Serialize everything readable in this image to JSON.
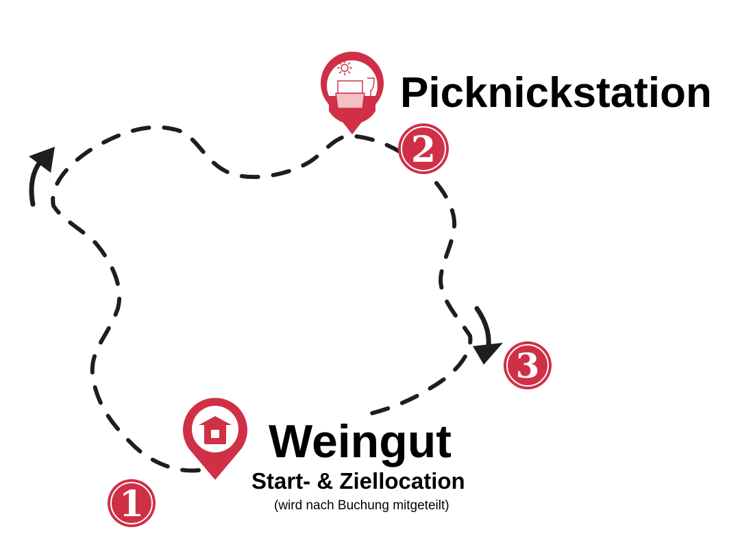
{
  "colors": {
    "accent": "#cf3045",
    "path": "#1e1e1e"
  },
  "stations": [
    {
      "number": "1",
      "title": "Weingut",
      "subtitle": "Start- & Ziellocation",
      "note": "(wird nach Buchung mitgeteilt)",
      "icon": "house-icon"
    },
    {
      "number": "2",
      "title": "Picknickstation",
      "icon": "picnic-basket-icon"
    },
    {
      "number": "3"
    }
  ]
}
